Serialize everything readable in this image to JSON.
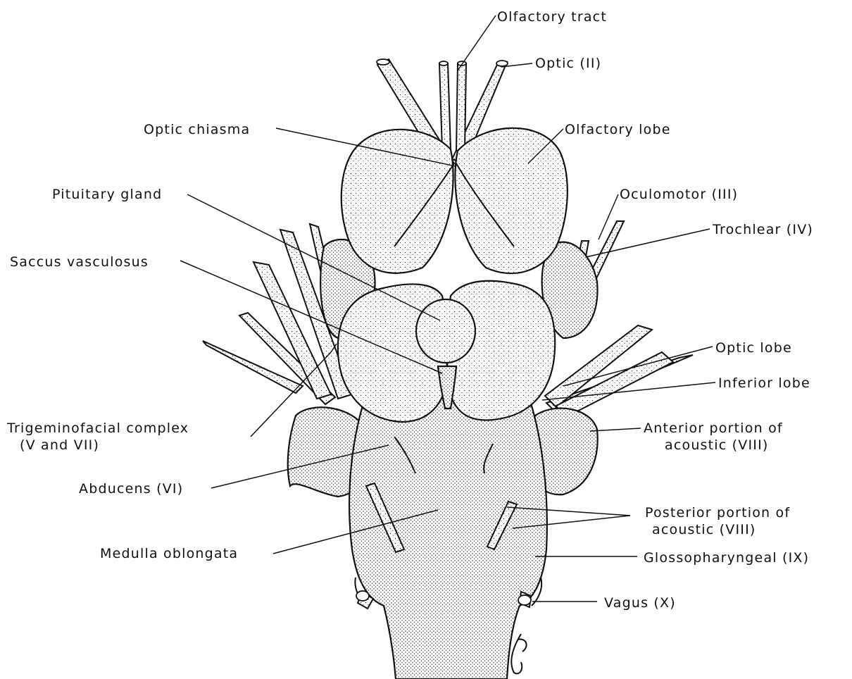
{
  "labels": {
    "olfactory_tract": "Olfactory tract",
    "optic": "Optic (II)",
    "optic_chiasma": "Optic chiasma",
    "olfactory_lobe": "Olfactory lobe",
    "pituitary_gland": "Pituitary gland",
    "oculomotor": "Oculomotor (III)",
    "trochlear": "Trochlear (IV)",
    "saccus_vasculosus": "Saccus vasculosus",
    "optic_lobe": "Optic lobe",
    "inferior_lobe": "Inferior lobe",
    "trigeminofacial_line1": "Trigeminofacial complex",
    "trigeminofacial_line2": "(V and VII)",
    "anterior_acoustic_line1": "Anterior portion of",
    "anterior_acoustic_line2": "acoustic (VIII)",
    "abducens": "Abducens (VI)",
    "posterior_acoustic_line1": "Posterior portion of",
    "posterior_acoustic_line2": "acoustic (VIII)",
    "medulla_oblongata": "Medulla oblongata",
    "glossopharyngeal": "Glossopharyngeal (IX)",
    "vagus": "Vagus (X)"
  },
  "colors": {
    "ink": "#111111",
    "paper": "#ffffff"
  }
}
